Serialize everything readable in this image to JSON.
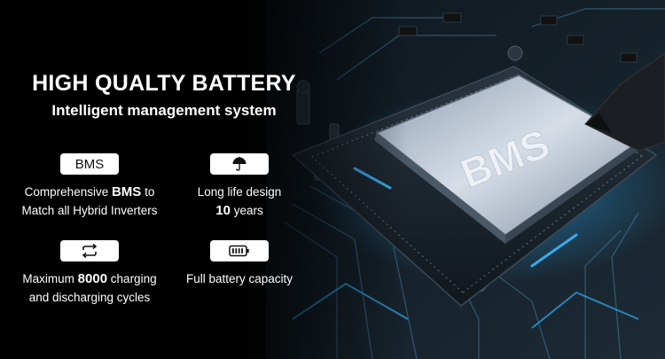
{
  "banner": {
    "title": "HIGH QUALTY BATTERY",
    "subtitle": "Intelligent management system",
    "chip_label": "BMS"
  },
  "features": [
    {
      "icon": "BMS",
      "line1_pre": "Comprehensive ",
      "line1_bold": "BMS",
      "line1_post": " to",
      "line2": "Match all Hybrid Inverters"
    },
    {
      "icon": "umbrella-icon",
      "line1": "Long life design",
      "line2_bold": "10",
      "line2_post": " years"
    },
    {
      "icon": "cycle-icon",
      "line1_pre": "Maximum ",
      "line1_bold": "8000",
      "line1_post": " charging",
      "line2": "and discharging cycles"
    },
    {
      "icon": "battery-icon",
      "line1": "Full battery capacity"
    }
  ],
  "colors": {
    "background": "#000000",
    "text": "#ffffff",
    "pill": "#ffffff",
    "chip_glow": "#3ab8ff"
  }
}
